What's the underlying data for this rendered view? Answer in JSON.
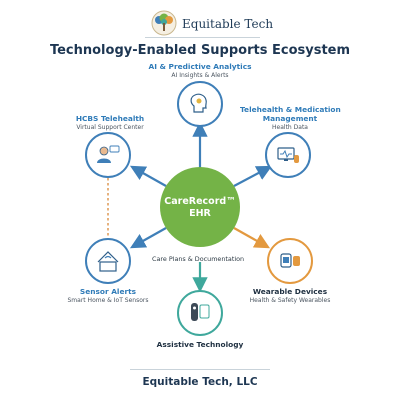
{
  "brand": {
    "name": "Equitable Tech"
  },
  "title": "Technology-Enabled Supports Ecosystem",
  "hub": {
    "line1": "CareRecord™",
    "line2": "EHR",
    "caption": "Care Plans & Documentation"
  },
  "nodes": [
    {
      "id": "ai",
      "heading": "AI & Predictive Analytics",
      "subtitle": "AI Insights & Alerts",
      "icon": "lightbulb-head-icon",
      "color": "#3f7fb8"
    },
    {
      "id": "telehealth-med",
      "heading_line1": "Telehealth & Medication",
      "heading_line2": "Management",
      "subtitle": "Health Data",
      "icon": "monitor-pill-icon",
      "color": "#3f7fb8"
    },
    {
      "id": "hcbs",
      "heading": "HCBS Telehealth",
      "subtitle": "Virtual Support Center",
      "icon": "person-chat-icon",
      "color": "#3f7fb8"
    },
    {
      "id": "sensor",
      "heading": "Sensor Alerts",
      "subtitle": "Smart Home & IoT Sensors",
      "icon": "smart-home-icon",
      "color": "#3f7fb8"
    },
    {
      "id": "wearables",
      "heading": "Wearable Devices",
      "subtitle": "Health & Safety Wearables",
      "icon": "smartwatch-icon",
      "color": "#e3993f"
    },
    {
      "id": "assistive",
      "heading": "Assistive Technology",
      "icon": "assistive-device-icon",
      "color": "#3fa89c"
    }
  ],
  "colors": {
    "hub": "#74b347",
    "blue": "#3f7fb8",
    "orange": "#e3993f",
    "teal": "#3fa89c",
    "dashed": "#d9893a"
  },
  "footer": "Equitable Tech, LLC"
}
